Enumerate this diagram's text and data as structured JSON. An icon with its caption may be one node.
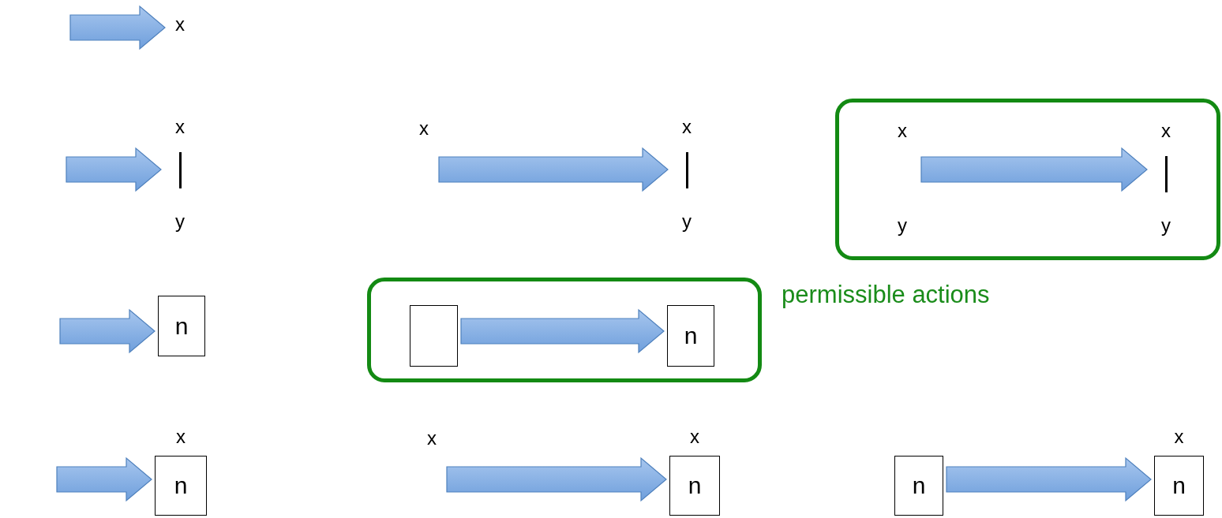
{
  "diagram": {
    "nodes": [
      {
        "text": [
          "x"
        ]
      },
      {
        "text": [
          "x",
          "y"
        ]
      },
      {
        "text": [
          "x"
        ]
      },
      {
        "text": [
          "x",
          "y"
        ]
      },
      {
        "text": [],
        "shape": "box"
      },
      {
        "text": [
          "x",
          "y"
        ],
        "in": 4
      },
      {
        "text": [
          "x",
          "y"
        ],
        "in": 4
      },
      {
        "text": [
          "n"
        ]
      },
      {
        "text": [],
        "shape": "box"
      },
      {
        "text": [],
        "shape": "box",
        "in": 8
      },
      {
        "text": [
          "n"
        ],
        "in": 8
      },
      {
        "text": [
          "x",
          "n"
        ]
      },
      {
        "text": [
          "x"
        ]
      },
      {
        "text": [
          "x",
          "n"
        ]
      },
      {
        "text": [
          "n"
        ]
      },
      {
        "text": [
          "x",
          "n"
        ]
      }
    ],
    "edges": [
      {
        "from": null,
        "to": 0,
        "arrow": "to"
      },
      {
        "from": null,
        "to": 1,
        "arrow": "to"
      },
      {
        "from": 2,
        "to": 3,
        "arrow": "to"
      },
      {
        "from": 5,
        "to": 6,
        "arrow": "to"
      },
      {
        "from": null,
        "to": 7,
        "arrow": "to"
      },
      {
        "from": 9,
        "to": 10,
        "arrow": "to"
      },
      {
        "from": null,
        "to": 11,
        "arrow": "to"
      },
      {
        "from": 12,
        "to": 13,
        "arrow": "to"
      },
      {
        "from": 14,
        "to": 15,
        "arrow": "to"
      }
    ],
    "labels": [
      "permissible actions"
    ]
  }
}
